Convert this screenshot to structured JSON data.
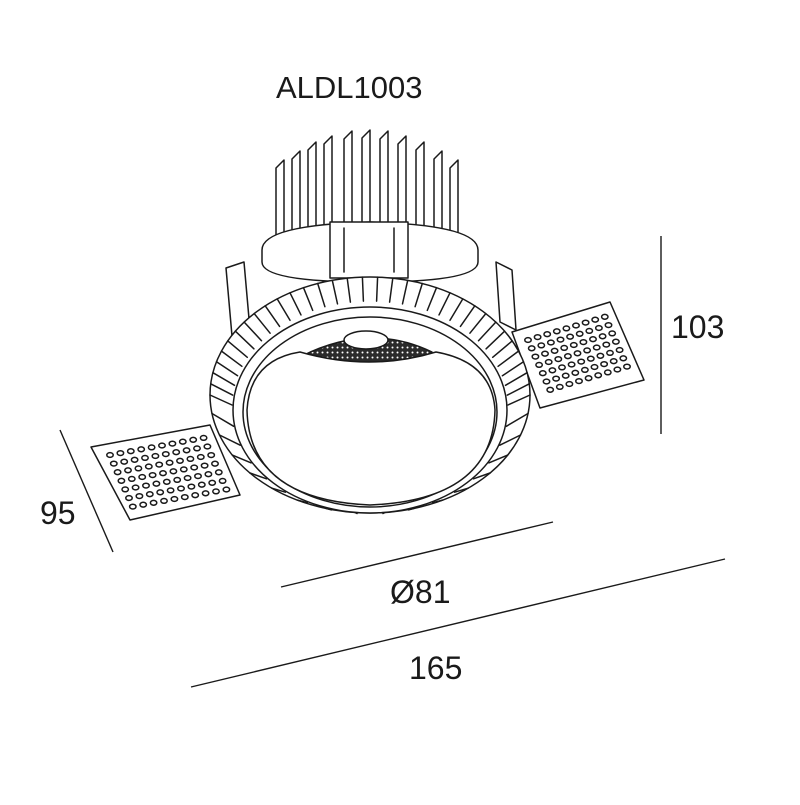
{
  "title": "ALDL1003",
  "dimensions": {
    "height": "103",
    "depth": "95",
    "diameter": "Ø81",
    "width": "165"
  },
  "colors": {
    "line": "#1a1a1a",
    "background": "#ffffff",
    "reflector_dark": "#2b2b2b"
  }
}
